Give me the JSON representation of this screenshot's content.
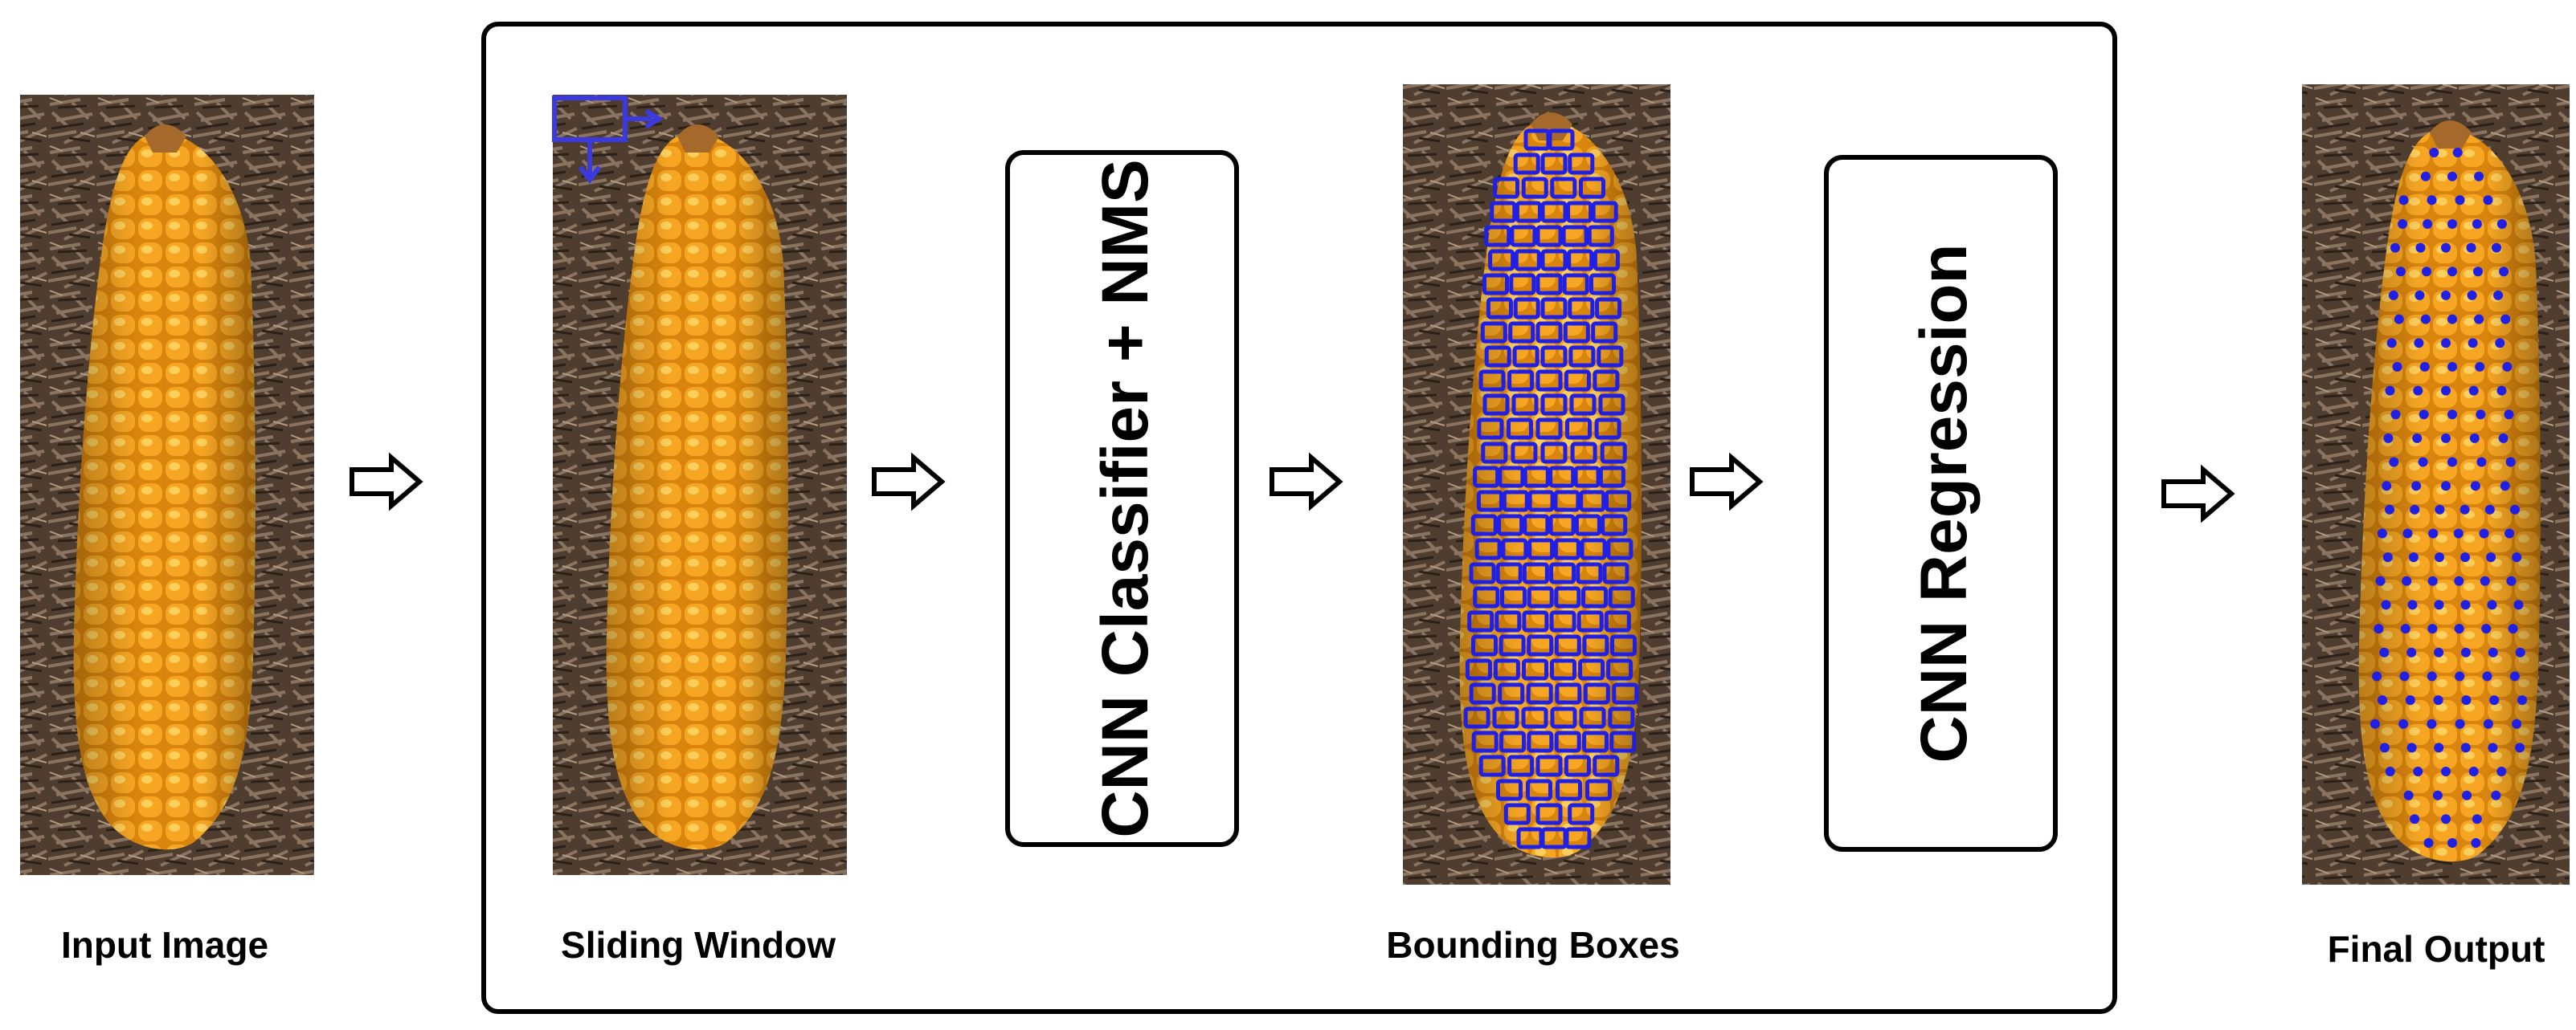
{
  "labels": {
    "input_image": "Input Image",
    "sliding_window": "Sliding Window",
    "bounding_boxes": "Bounding Boxes",
    "final_output": "Final Output"
  },
  "boxes": {
    "classifier": "CNN Classifier + NMS",
    "regression": "CNN Regression"
  },
  "colors": {
    "kernel": "#f6a623",
    "kernel_light": "#ffcf5c",
    "background": "#4a3a2c",
    "annotation_blue": "#1f1fe6"
  },
  "icons": {
    "arrow": "hollow-right-arrow",
    "sliding_window_marker": "window-with-arrows"
  }
}
